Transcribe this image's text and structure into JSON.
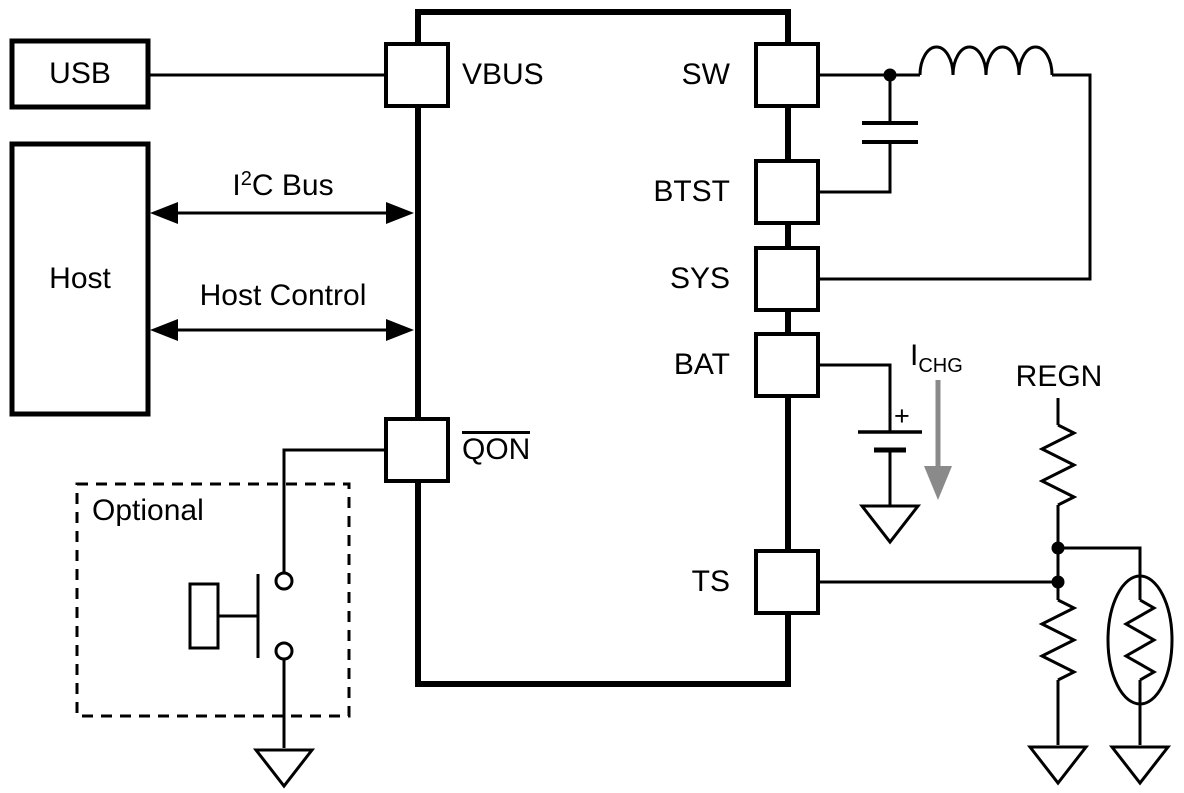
{
  "diagram": {
    "blocks": {
      "usb": "USB",
      "host": "Host",
      "optional": "Optional"
    },
    "buses": {
      "i2c": {
        "base": "I",
        "sup": "2",
        "rest": "C Bus"
      },
      "host_control": "Host Control"
    },
    "pins": {
      "vbus": "VBUS",
      "qon": "QON",
      "sw": "SW",
      "btst": "BTST",
      "sys": "SYS",
      "bat": "BAT",
      "ts": "TS"
    },
    "annotations": {
      "ichg": {
        "base": "I",
        "sub": "CHG"
      },
      "regn": "REGN",
      "battery_plus": "+"
    },
    "colors": {
      "line": "#000000",
      "ichg_arrow": "#8a8a8a",
      "background": "#ffffff"
    }
  }
}
